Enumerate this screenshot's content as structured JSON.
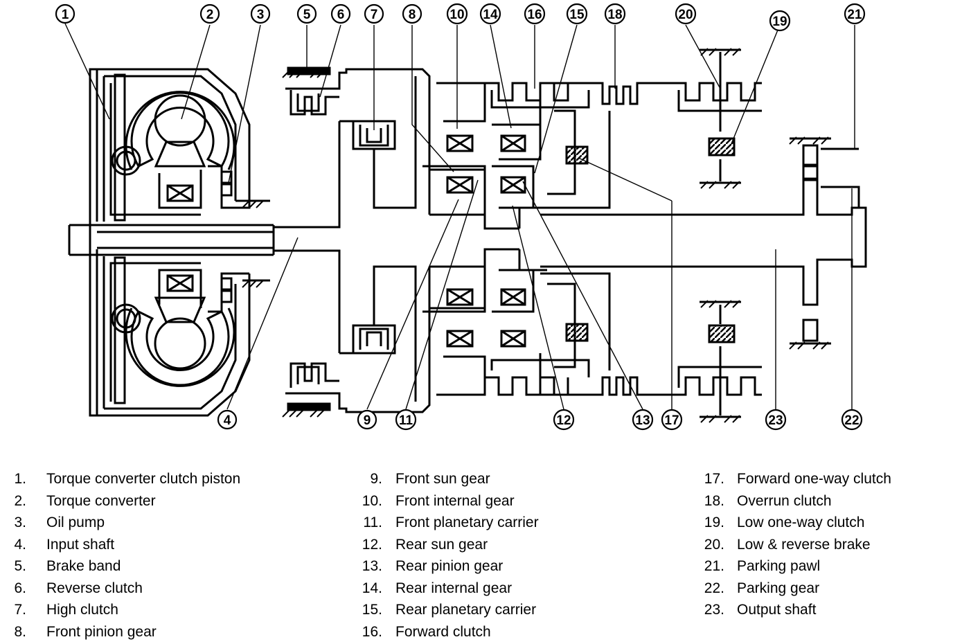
{
  "diagram": {
    "callouts": [
      "1",
      "2",
      "3",
      "4",
      "5",
      "6",
      "7",
      "8",
      "9",
      "10",
      "11",
      "12",
      "13",
      "14",
      "15",
      "16",
      "17",
      "18",
      "19",
      "20",
      "21",
      "22",
      "23"
    ]
  },
  "legend": {
    "columns": [
      [
        {
          "num": "1.",
          "label": "Torque converter clutch piston"
        },
        {
          "num": "2.",
          "label": "Torque converter"
        },
        {
          "num": "3.",
          "label": "Oil pump"
        },
        {
          "num": "4.",
          "label": "Input shaft"
        },
        {
          "num": "5.",
          "label": "Brake band"
        },
        {
          "num": "6.",
          "label": "Reverse clutch"
        },
        {
          "num": "7.",
          "label": "High clutch"
        },
        {
          "num": "8.",
          "label": "Front pinion gear"
        }
      ],
      [
        {
          "num": "9.",
          "label": "Front sun gear"
        },
        {
          "num": "10.",
          "label": "Front internal gear"
        },
        {
          "num": "11.",
          "label": "Front planetary carrier"
        },
        {
          "num": "12.",
          "label": "Rear sun gear"
        },
        {
          "num": "13.",
          "label": "Rear pinion gear"
        },
        {
          "num": "14.",
          "label": "Rear internal gear"
        },
        {
          "num": "15.",
          "label": "Rear planetary carrier"
        },
        {
          "num": "16.",
          "label": "Forward clutch"
        }
      ],
      [
        {
          "num": "17.",
          "label": "Forward one-way clutch"
        },
        {
          "num": "18.",
          "label": "Overrun clutch"
        },
        {
          "num": "19.",
          "label": "Low one-way clutch"
        },
        {
          "num": "20.",
          "label": "Low & reverse brake"
        },
        {
          "num": "21.",
          "label": "Parking pawl"
        },
        {
          "num": "22.",
          "label": "Parking gear"
        },
        {
          "num": "23.",
          "label": "Output shaft"
        }
      ]
    ]
  }
}
